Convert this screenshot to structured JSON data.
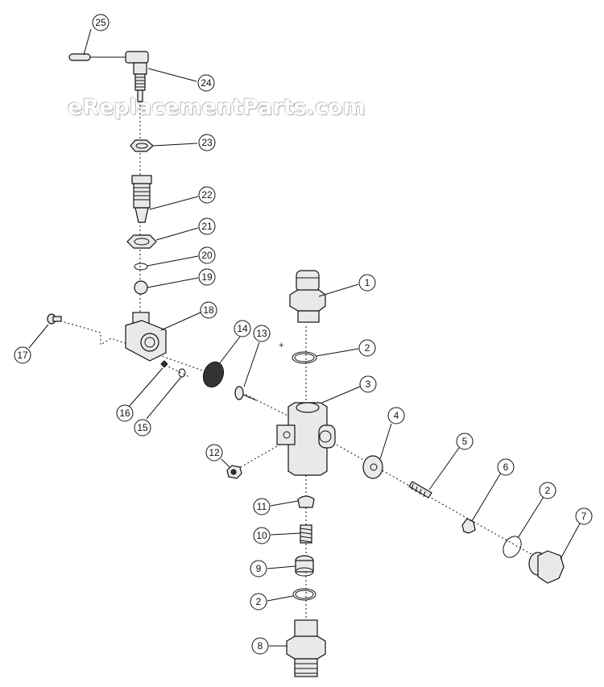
{
  "watermark": "eReplacementParts.com",
  "callouts": {
    "c1": "1",
    "c2a": "2",
    "c2b": "2",
    "c2c": "2",
    "c3": "3",
    "c4": "4",
    "c5": "5",
    "c6": "6",
    "c7": "7",
    "c8": "8",
    "c9": "9",
    "c10": "10",
    "c11": "11",
    "c12": "12",
    "c13": "13",
    "c14": "14",
    "c15": "15",
    "c16": "16",
    "c17": "17",
    "c18": "18",
    "c19": "19",
    "c20": "20",
    "c21": "21",
    "c22": "22",
    "c23": "23",
    "c24": "24",
    "c25": "25"
  },
  "colors": {
    "line": "#111111",
    "part_fill": "#e9e9e9",
    "dark_fill": "#333333",
    "background": "#ffffff"
  }
}
